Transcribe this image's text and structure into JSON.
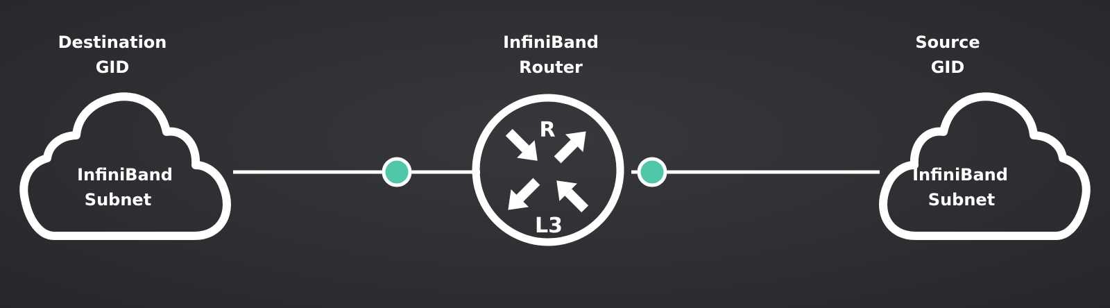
{
  "diagram": {
    "destination": {
      "title_line1": "Destination",
      "title_line2": "GID",
      "cloud_line1": "InfiniBand",
      "cloud_line2": "Subnet"
    },
    "router": {
      "title_line1": "InfiniBand",
      "title_line2": "Router",
      "top_letter": "R",
      "bottom_letter": "L3"
    },
    "source": {
      "title_line1": "Source",
      "title_line2": "GID",
      "cloud_line1": "InfiniBand",
      "cloud_line2": "Subnet"
    },
    "colors": {
      "background": "#2f3033",
      "line": "#ffffff",
      "node": "#4fc7a8"
    }
  }
}
